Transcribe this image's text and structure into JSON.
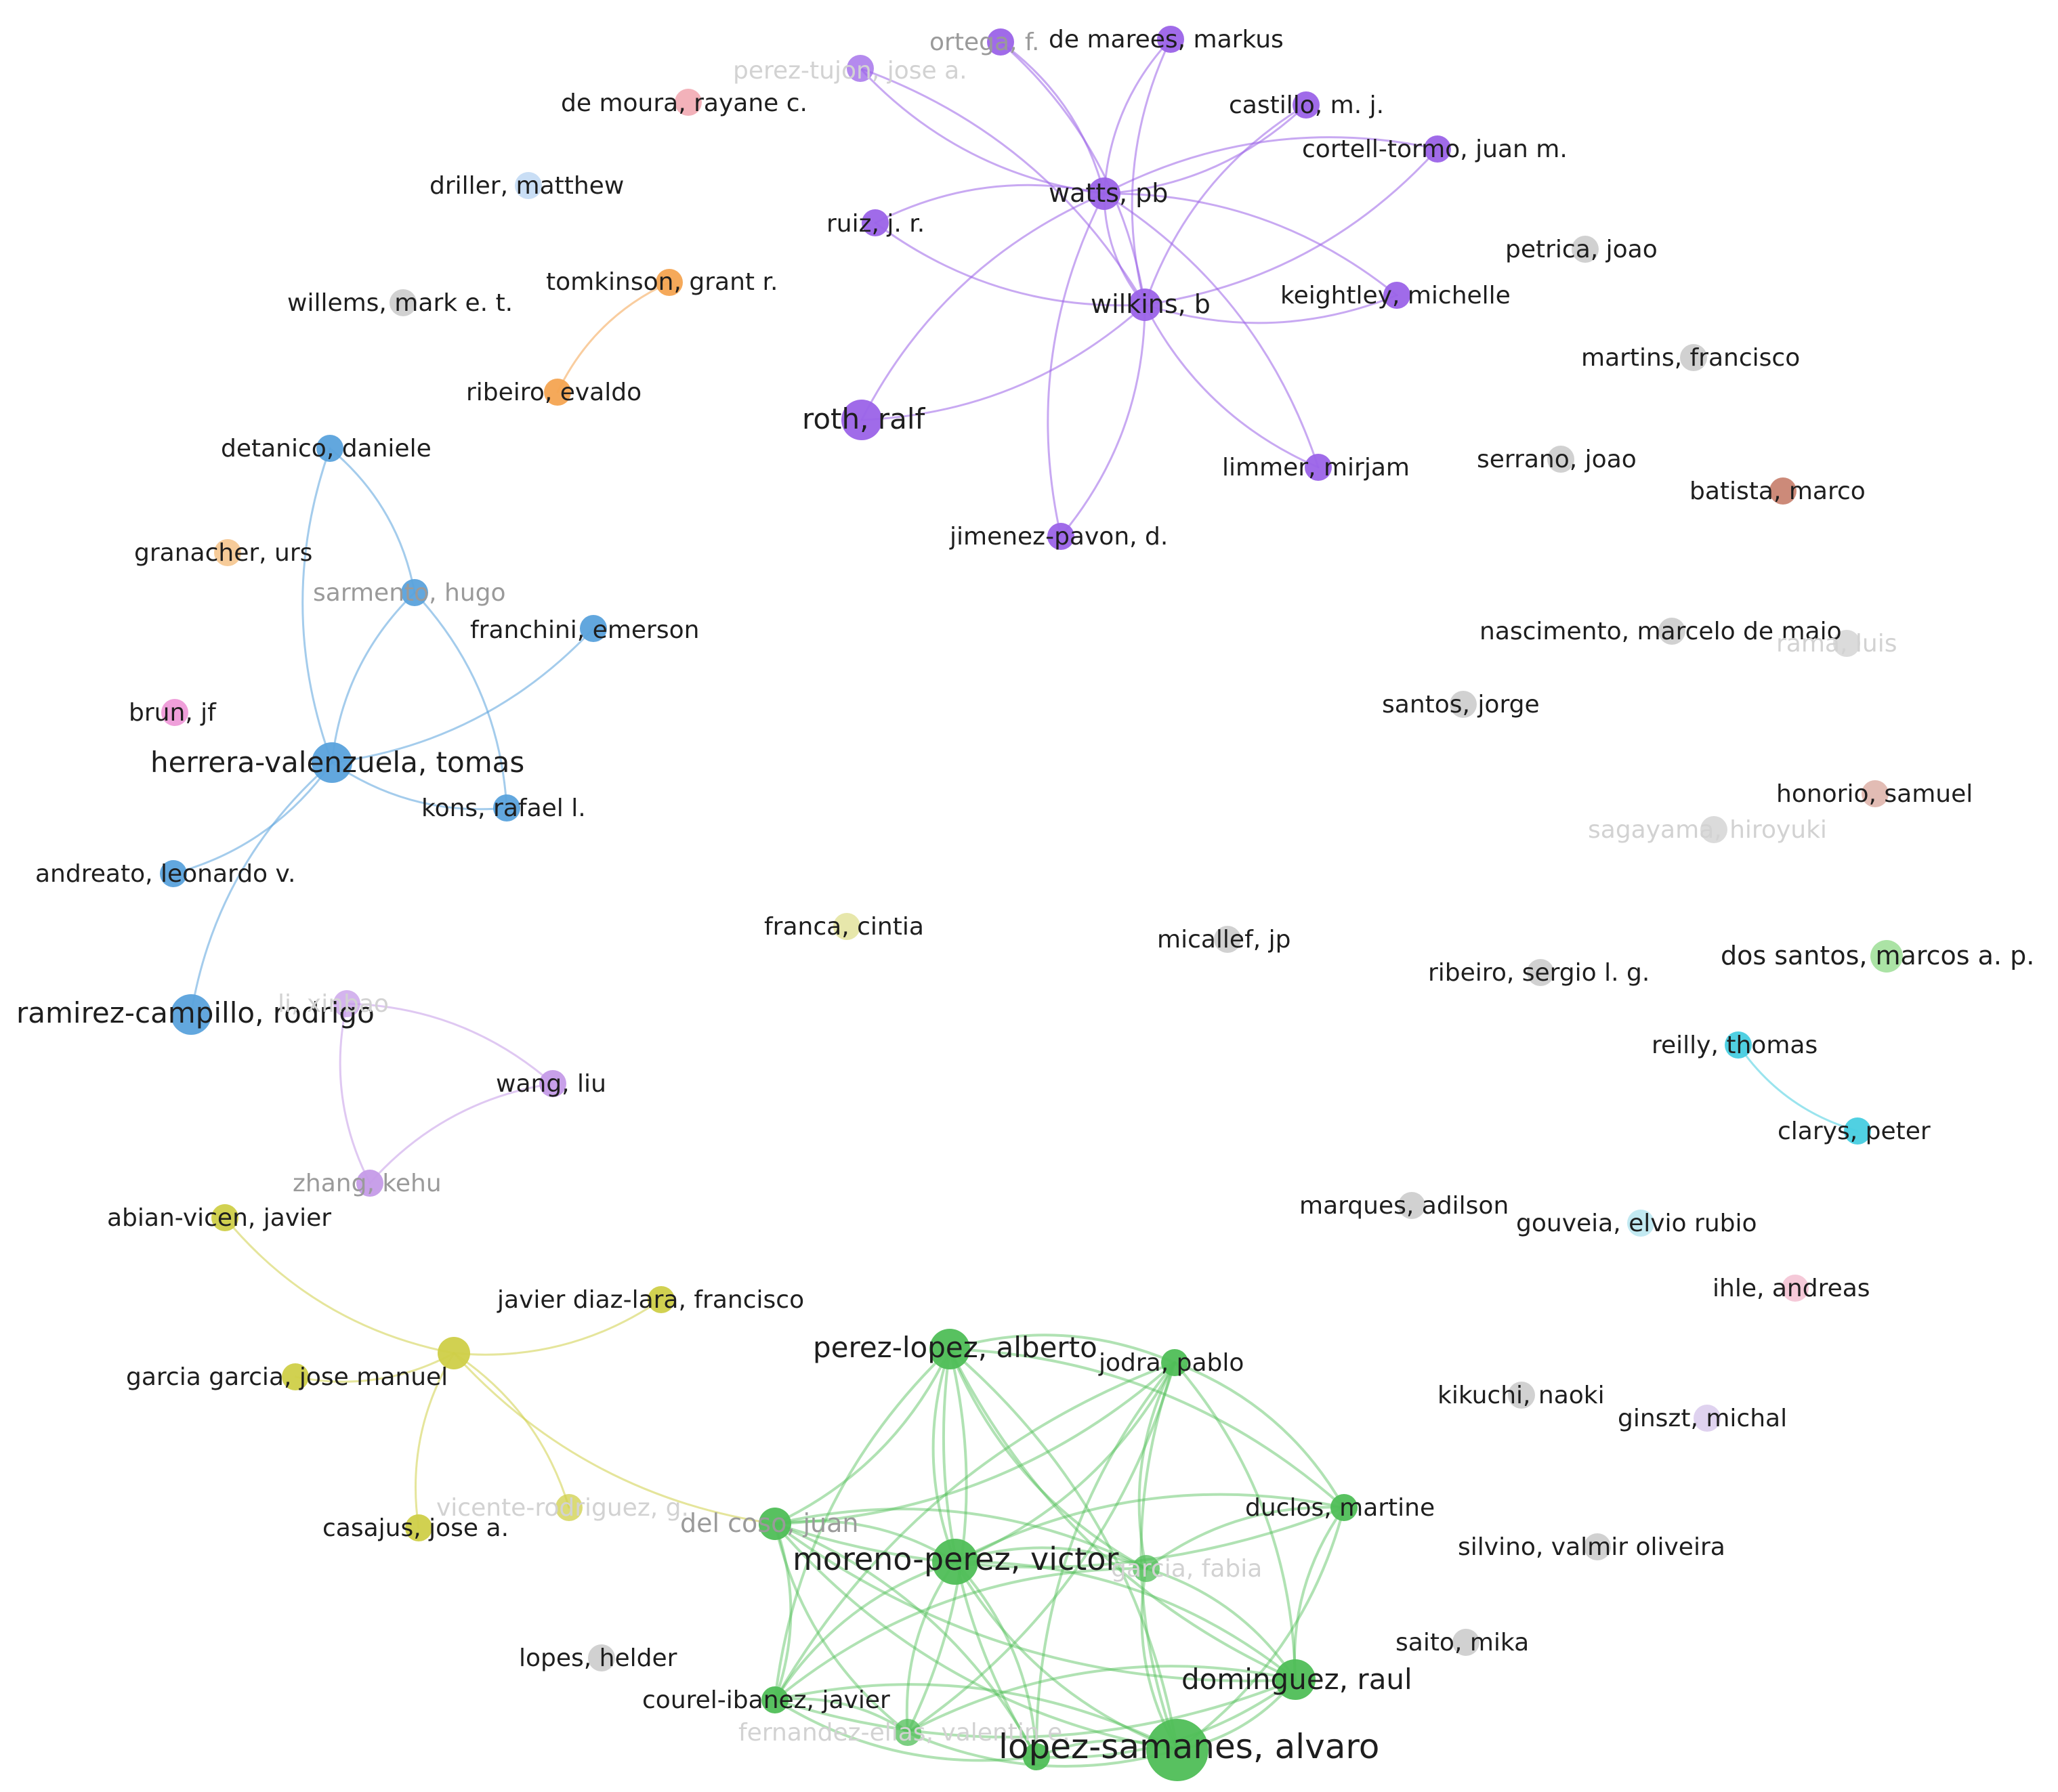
{
  "colors": {
    "purple": "#9b63e8",
    "blue": "#5aa2dc",
    "green": "#4fbe57",
    "yellow": "#cfcf48",
    "orange": "#f4a451",
    "grey": "#cfcfcf",
    "light_pink": "#f2aeb6",
    "light_blue": "#c6dcf4",
    "light_orange": "#f5c894",
    "pink": "#ee9ad8",
    "lavender": "#c59be8",
    "pale_yellow": "#e6e6a6",
    "brown": "#c98472",
    "light_green": "#a6e2a0",
    "cyan": "#47cde0",
    "pale_cyan": "#bfe8f0",
    "pale_pink": "#f4c6d6",
    "pale_lavender": "#ddd0ee",
    "pale_brown": "#e0b8b0"
  },
  "nodes": [
    {
      "id": "ortega",
      "label": "ortega, f.",
      "color": "purple",
      "size": "s",
      "style": "dim"
    },
    {
      "id": "de_marees",
      "label": "de marees, markus",
      "color": "purple",
      "size": "s"
    },
    {
      "id": "perez_tujon",
      "label": "perez-tujon, jose a.",
      "color": "purple",
      "size": "s",
      "style": "faint"
    },
    {
      "id": "de_moura",
      "label": "de moura, rayane c.",
      "color": "light_pink",
      "size": "s"
    },
    {
      "id": "castillo",
      "label": "castillo, m. j.",
      "color": "purple",
      "size": "s"
    },
    {
      "id": "cortell",
      "label": "cortell-tormo, juan m.",
      "color": "purple",
      "size": "s"
    },
    {
      "id": "driller",
      "label": "driller, matthew",
      "color": "light_blue",
      "size": "s"
    },
    {
      "id": "watts",
      "label": "watts, pb",
      "color": "purple",
      "size": "m"
    },
    {
      "id": "ruiz",
      "label": "ruiz, j. r.",
      "color": "purple",
      "size": "s"
    },
    {
      "id": "petrica",
      "label": "petrica, joao",
      "color": "grey",
      "size": "s"
    },
    {
      "id": "tomkinson",
      "label": "tomkinson, grant r.",
      "color": "orange",
      "size": "s"
    },
    {
      "id": "keightley",
      "label": "keightley, michelle",
      "color": "purple",
      "size": "s"
    },
    {
      "id": "willems",
      "label": "willems, mark e. t.",
      "color": "grey",
      "size": "s"
    },
    {
      "id": "wilkins",
      "label": "wilkins, b",
      "color": "purple",
      "size": "m"
    },
    {
      "id": "martins",
      "label": "martins, francisco",
      "color": "grey",
      "size": "s"
    },
    {
      "id": "ribeiro_e",
      "label": "ribeiro, evaldo",
      "color": "orange",
      "size": "s"
    },
    {
      "id": "roth",
      "label": "roth, ralf",
      "color": "purple",
      "size": "l"
    },
    {
      "id": "detanico",
      "label": "detanico, daniele",
      "color": "blue",
      "size": "s"
    },
    {
      "id": "limmer",
      "label": "limmer, mirjam",
      "color": "purple",
      "size": "s"
    },
    {
      "id": "serrano",
      "label": "serrano, joao",
      "color": "grey",
      "size": "s"
    },
    {
      "id": "batista",
      "label": "batista, marco",
      "color": "brown",
      "size": "s"
    },
    {
      "id": "jimenez",
      "label": "jimenez-pavon, d.",
      "color": "purple",
      "size": "s"
    },
    {
      "id": "granacher",
      "label": "granacher, urs",
      "color": "light_orange",
      "size": "s"
    },
    {
      "id": "sarmento",
      "label": "sarmento, hugo",
      "color": "blue",
      "size": "s",
      "style": "dim"
    },
    {
      "id": "franchini",
      "label": "franchini, emerson",
      "color": "blue",
      "size": "s"
    },
    {
      "id": "nascimento",
      "label": "nascimento, marcelo de maio",
      "color": "grey",
      "size": "s"
    },
    {
      "id": "rama",
      "label": "rama, luis",
      "color": "grey",
      "size": "s",
      "style": "faint"
    },
    {
      "id": "santos_j",
      "label": "santos, jorge",
      "color": "grey",
      "size": "s"
    },
    {
      "id": "brun",
      "label": "brun, jf",
      "color": "pink",
      "size": "s"
    },
    {
      "id": "herrera",
      "label": "herrera-valenzuela, tomas",
      "color": "blue",
      "size": "l"
    },
    {
      "id": "kons",
      "label": "kons, rafael l.",
      "color": "blue",
      "size": "s"
    },
    {
      "id": "honorio",
      "label": "honorio, samuel",
      "color": "pale_brown",
      "size": "s"
    },
    {
      "id": "sagayama",
      "label": "sagayama, hiroyuki",
      "color": "grey",
      "size": "s",
      "style": "faint"
    },
    {
      "id": "andreato",
      "label": "andreato, leonardo v.",
      "color": "blue",
      "size": "s"
    },
    {
      "id": "franca",
      "label": "franca, cintia",
      "color": "pale_yellow",
      "size": "s"
    },
    {
      "id": "micallef",
      "label": "micallef, jp",
      "color": "grey",
      "size": "s"
    },
    {
      "id": "ribeiro_s",
      "label": "ribeiro, sergio l. g.",
      "color": "grey",
      "size": "s"
    },
    {
      "id": "dos_santos",
      "label": "dos santos, marcos a. p.",
      "color": "light_green",
      "size": "m"
    },
    {
      "id": "ramirez",
      "label": "ramirez-campillo, rodrigo",
      "color": "blue",
      "size": "l"
    },
    {
      "id": "li_xinbao",
      "label": "li, xinbao",
      "color": "lavender",
      "size": "s",
      "style": "faint"
    },
    {
      "id": "reilly",
      "label": "reilly, thomas",
      "color": "cyan",
      "size": "s"
    },
    {
      "id": "wang",
      "label": "wang, liu",
      "color": "lavender",
      "size": "s"
    },
    {
      "id": "clarys",
      "label": "clarys, peter",
      "color": "cyan",
      "size": "s"
    },
    {
      "id": "zhang",
      "label": "zhang, kehu",
      "color": "lavender",
      "size": "s",
      "style": "dim"
    },
    {
      "id": "abian",
      "label": "abian-vicen, javier",
      "color": "yellow",
      "size": "s"
    },
    {
      "id": "marques",
      "label": "marques, adilson",
      "color": "grey",
      "size": "s"
    },
    {
      "id": "gouveia",
      "label": "gouveia, elvio rubio",
      "color": "pale_cyan",
      "size": "s"
    },
    {
      "id": "ihle",
      "label": "ihle, andreas",
      "color": "pale_pink",
      "size": "s"
    },
    {
      "id": "diaz_lara",
      "label": "javier diaz-lara, francisco",
      "color": "yellow",
      "size": "s"
    },
    {
      "id": "yellow_hub",
      "label": "",
      "color": "yellow",
      "size": "m"
    },
    {
      "id": "perez_lopez",
      "label": "perez-lopez, alberto",
      "color": "green",
      "size": "l"
    },
    {
      "id": "jodra",
      "label": "jodra, pablo",
      "color": "green",
      "size": "s"
    },
    {
      "id": "garcia",
      "label": "garcia garcia, jose manuel",
      "color": "yellow",
      "size": "s"
    },
    {
      "id": "kikuchi",
      "label": "kikuchi, naoki",
      "color": "grey",
      "size": "s"
    },
    {
      "id": "ginszt",
      "label": "ginszt, michal",
      "color": "pale_lavender",
      "size": "s"
    },
    {
      "id": "vicente",
      "label": "vicente-rodriguez, g.",
      "color": "yellow",
      "size": "s",
      "style": "faint"
    },
    {
      "id": "duclos",
      "label": "duclos, martine",
      "color": "green",
      "size": "s"
    },
    {
      "id": "del_coso",
      "label": "del coso, juan",
      "color": "green",
      "size": "m",
      "style": "dim"
    },
    {
      "id": "casajus",
      "label": "casajus, jose a.",
      "color": "yellow",
      "size": "s"
    },
    {
      "id": "moreno",
      "label": "moreno-perez, victor",
      "color": "green",
      "size": "xl"
    },
    {
      "id": "fabia",
      "label": "garcia, fabia",
      "color": "green",
      "size": "s",
      "style": "faint"
    },
    {
      "id": "silvino",
      "label": "silvino, valmir oliveira",
      "color": "grey",
      "size": "s"
    },
    {
      "id": "lopes",
      "label": "lopes, helder",
      "color": "grey",
      "size": "s"
    },
    {
      "id": "saito",
      "label": "saito, mika",
      "color": "grey",
      "size": "s"
    },
    {
      "id": "courel",
      "label": "courel-ibanez, javier",
      "color": "green",
      "size": "s"
    },
    {
      "id": "dominguez",
      "label": "dominguez, raul",
      "color": "green",
      "size": "l"
    },
    {
      "id": "fernandez",
      "label": "fernandez-elias, valentin e.",
      "color": "green",
      "size": "s",
      "style": "faint"
    },
    {
      "id": "green_bottom",
      "label": "",
      "color": "green",
      "size": "s"
    },
    {
      "id": "lopez_samanes",
      "label": "lopez-samanes, alvaro",
      "color": "green",
      "size": "xxl"
    }
  ],
  "edges": [
    [
      "wilkins",
      "watts"
    ],
    [
      "wilkins",
      "ortega"
    ],
    [
      "wilkins",
      "de_marees"
    ],
    [
      "wilkins",
      "perez_tujon"
    ],
    [
      "wilkins",
      "castillo"
    ],
    [
      "wilkins",
      "cortell"
    ],
    [
      "wilkins",
      "ruiz"
    ],
    [
      "wilkins",
      "keightley"
    ],
    [
      "wilkins",
      "roth"
    ],
    [
      "wilkins",
      "limmer"
    ],
    [
      "wilkins",
      "jimenez"
    ],
    [
      "watts",
      "ortega"
    ],
    [
      "watts",
      "de_marees"
    ],
    [
      "watts",
      "castillo"
    ],
    [
      "watts",
      "cortell"
    ],
    [
      "watts",
      "ruiz"
    ],
    [
      "watts",
      "keightley"
    ],
    [
      "watts",
      "roth"
    ],
    [
      "watts",
      "limmer"
    ],
    [
      "watts",
      "jimenez"
    ],
    [
      "watts",
      "perez_tujon"
    ],
    [
      "tomkinson",
      "ribeiro_e"
    ],
    [
      "detanico",
      "sarmento"
    ],
    [
      "detanico",
      "herrera"
    ],
    [
      "sarmento",
      "kons"
    ],
    [
      "sarmento",
      "herrera"
    ],
    [
      "franchini",
      "herrera"
    ],
    [
      "herrera",
      "kons"
    ],
    [
      "herrera",
      "andreato"
    ],
    [
      "herrera",
      "ramirez"
    ],
    [
      "li_xinbao",
      "wang"
    ],
    [
      "li_xinbao",
      "zhang"
    ],
    [
      "zhang",
      "wang"
    ],
    [
      "reilly",
      "clarys"
    ],
    [
      "yellow_hub",
      "abian"
    ],
    [
      "yellow_hub",
      "diaz_lara"
    ],
    [
      "yellow_hub",
      "garcia"
    ],
    [
      "yellow_hub",
      "casajus"
    ],
    [
      "yellow_hub",
      "vicente"
    ],
    [
      "yellow_hub",
      "del_coso"
    ],
    [
      "perez_lopez",
      "jodra"
    ],
    [
      "perez_lopez",
      "moreno"
    ],
    [
      "perez_lopez",
      "lopez_samanes"
    ],
    [
      "perez_lopez",
      "dominguez"
    ],
    [
      "perez_lopez",
      "duclos"
    ],
    [
      "perez_lopez",
      "courel"
    ],
    [
      "perez_lopez",
      "del_coso"
    ],
    [
      "perez_lopez",
      "fabia"
    ],
    [
      "perez_lopez",
      "fernandez"
    ],
    [
      "perez_lopez",
      "green_bottom"
    ],
    [
      "jodra",
      "moreno"
    ],
    [
      "jodra",
      "lopez_samanes"
    ],
    [
      "jodra",
      "dominguez"
    ],
    [
      "jodra",
      "courel"
    ],
    [
      "jodra",
      "del_coso"
    ],
    [
      "jodra",
      "fabia"
    ],
    [
      "jodra",
      "fernandez"
    ],
    [
      "jodra",
      "green_bottom"
    ],
    [
      "jodra",
      "duclos"
    ],
    [
      "duclos",
      "moreno"
    ],
    [
      "duclos",
      "lopez_samanes"
    ],
    [
      "duclos",
      "dominguez"
    ],
    [
      "duclos",
      "del_coso"
    ],
    [
      "duclos",
      "fabia"
    ],
    [
      "del_coso",
      "moreno"
    ],
    [
      "del_coso",
      "lopez_samanes"
    ],
    [
      "del_coso",
      "courel"
    ],
    [
      "del_coso",
      "dominguez"
    ],
    [
      "del_coso",
      "fabia"
    ],
    [
      "del_coso",
      "fernandez"
    ],
    [
      "del_coso",
      "green_bottom"
    ],
    [
      "moreno",
      "lopez_samanes"
    ],
    [
      "moreno",
      "dominguez"
    ],
    [
      "moreno",
      "courel"
    ],
    [
      "moreno",
      "fabia"
    ],
    [
      "moreno",
      "fernandez"
    ],
    [
      "moreno",
      "green_bottom"
    ],
    [
      "fabia",
      "lopez_samanes"
    ],
    [
      "fabia",
      "dominguez"
    ],
    [
      "fabia",
      "courel"
    ],
    [
      "courel",
      "lopez_samanes"
    ],
    [
      "courel",
      "dominguez"
    ],
    [
      "courel",
      "fernandez"
    ],
    [
      "courel",
      "green_bottom"
    ],
    [
      "dominguez",
      "lopez_samanes"
    ],
    [
      "dominguez",
      "fernandez"
    ],
    [
      "dominguez",
      "green_bottom"
    ],
    [
      "fernandez",
      "lopez_samanes"
    ],
    [
      "green_bottom",
      "lopez_samanes"
    ]
  ]
}
